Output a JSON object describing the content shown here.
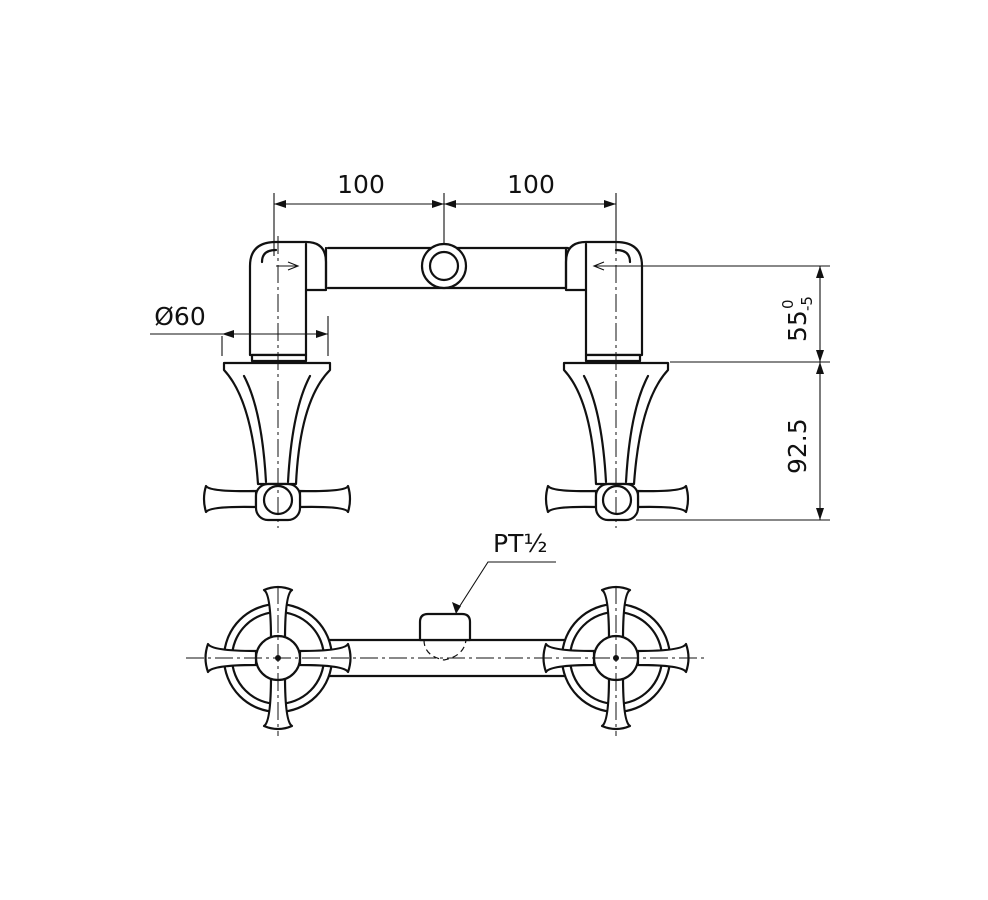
{
  "dimensions": {
    "width_left": "100",
    "width_right": "100",
    "diameter": "Ø60",
    "height_upper": "55",
    "height_upper_tol_upper": "0",
    "height_upper_tol_lower": "-5",
    "height_lower": "92.5"
  },
  "callouts": {
    "thread": "PT½"
  }
}
